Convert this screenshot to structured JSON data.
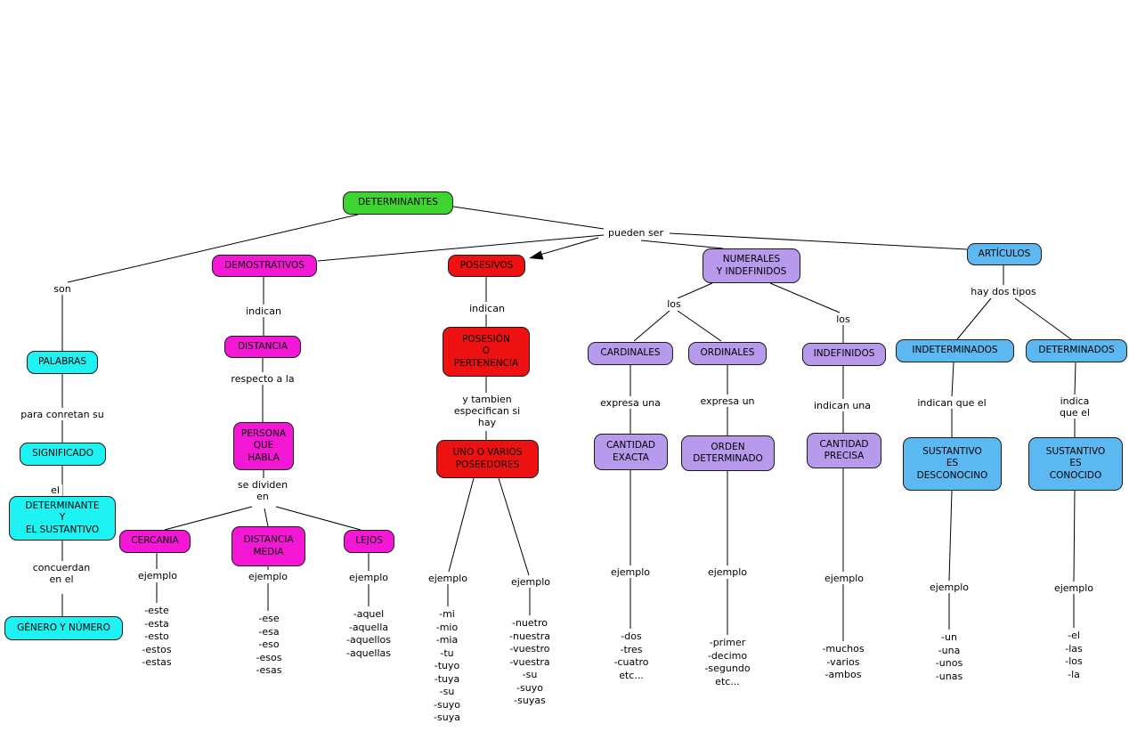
{
  "colors": {
    "green": "#3fd531",
    "magenta": "#f517d6",
    "red": "#ee1111",
    "purple": "#b79aec",
    "blue": "#5cb8f0",
    "cyan": "#1ef2f2"
  },
  "nodes": {
    "determinantes": {
      "label": "DETERMINANTES"
    },
    "demostrativos": {
      "label": "DEMOSTRATIVOS"
    },
    "posesivos": {
      "label": "POSESIVOS"
    },
    "numerales": {
      "label": "NUMERALES\nY INDEFINIDOS"
    },
    "articulos": {
      "label": "ARTÍCULOS"
    },
    "palabras": {
      "label": "PALABRAS"
    },
    "significado": {
      "label": "SIGNIFICADO"
    },
    "determinante_sustantivo": {
      "label": "DETERMINANTE\nY\nEL SUSTANTIVO"
    },
    "genero_numero": {
      "label": "GÉNERO Y NÚMERO"
    },
    "distancia": {
      "label": "DISTANCIA"
    },
    "persona_habla": {
      "label": "PERSONA\nQUE\nHABLA"
    },
    "cercania": {
      "label": "CERCANIA"
    },
    "distancia_media": {
      "label": "DISTANCIA\nMEDIA"
    },
    "lejos": {
      "label": "LEJOS"
    },
    "posesion": {
      "label": "POSESIÓN\nO\nPERTENENCIA"
    },
    "uno_varios": {
      "label": "UNO O VARIOS\nPOSEEDORES"
    },
    "cardinales": {
      "label": "CARDINALES"
    },
    "ordinales": {
      "label": "ORDINALES"
    },
    "indefinidos": {
      "label": "INDEFINIDOS"
    },
    "cantidad_exacta": {
      "label": "CANTIDAD\nEXACTA"
    },
    "orden_determinado": {
      "label": "ORDEN\nDETERMINADO"
    },
    "cantidad_precisa": {
      "label": "CANTIDAD\nPRECISA"
    },
    "indeterminados": {
      "label": "INDETERMINADOS"
    },
    "determinados": {
      "label": "DETERMINADOS"
    },
    "sustantivo_desconocido": {
      "label": "SUSTANTIVO\nES\nDESCONOCINO"
    },
    "sustantivo_conocido": {
      "label": "SUSTANTIVO\nES\nCONOCIDO"
    }
  },
  "labels": {
    "pueden_ser": "pueden ser",
    "son": "son",
    "indican_demostrativos": "indican",
    "respecto_a_la": "respecto a la",
    "se_dividen_en": "se dividen\nen",
    "indican_posesivos": "indican",
    "y_tambien": "y tambien\nespecifican si\nhay",
    "los_izq": "los",
    "los_der": "los",
    "expresa_una": "expresa una",
    "expresa_un": "expresa un",
    "indican_una": "indican una",
    "hay_dos_tipos": "hay dos tipos",
    "indican_que_el": "indican que el",
    "indica_que_el": "indica que el",
    "para_conretan_su": "para conretan su",
    "el": "el",
    "concuerdan_en_el": "concuerdan\nen el",
    "ejemplo": "ejemplo"
  },
  "examples": {
    "cercania": [
      "-este",
      "-esta",
      "-esto",
      "-estos",
      "-estas"
    ],
    "distancia_media": [
      "-ese",
      "-esa",
      "-eso",
      "-esos",
      "-esas"
    ],
    "lejos": [
      "-aquel",
      "-aquella",
      "-aquellos",
      "-aquellas"
    ],
    "posesivos_uno": [
      "-mi",
      "-mio",
      "-mia",
      "-tu",
      "-tuyo",
      "-tuya",
      "-su",
      "-suyo",
      "-suya"
    ],
    "posesivos_varios": [
      "-nuetro",
      "-nuestra",
      "-vuestro",
      "-vuestra",
      "-su",
      "-suyo",
      "-suyas"
    ],
    "cardinales": [
      "-dos",
      "-tres",
      "-cuatro",
      "etc..."
    ],
    "ordinales": [
      "-primer",
      "-decimo",
      "-segundo",
      "etc..."
    ],
    "indefinidos": [
      "-muchos",
      "-varios",
      "-ambos"
    ],
    "indeterminados": [
      "-un",
      "-una",
      "-unos",
      "-unas"
    ],
    "determinados": [
      "-el",
      "-las",
      "-los",
      "-la"
    ]
  }
}
